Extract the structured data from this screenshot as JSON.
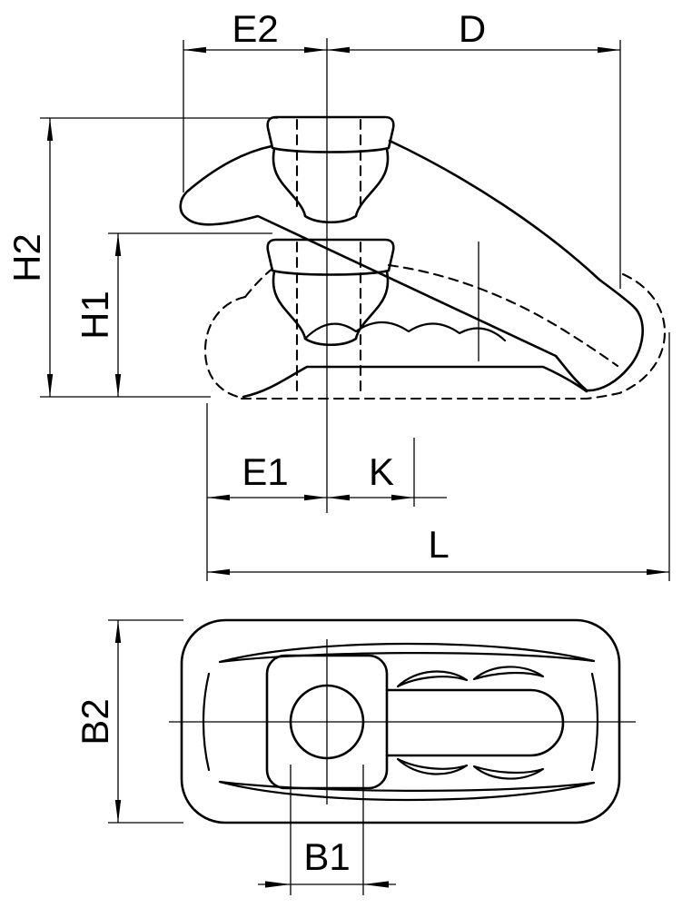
{
  "side_view": {
    "labels": {
      "e2": "E2",
      "d": "D",
      "h2": "H2",
      "h1": "H1",
      "e1": "E1",
      "k": "K",
      "l": "L"
    }
  },
  "top_view": {
    "labels": {
      "b2": "B2",
      "b1": "B1"
    }
  },
  "colors": {
    "line": "#000000",
    "background": "#ffffff"
  }
}
